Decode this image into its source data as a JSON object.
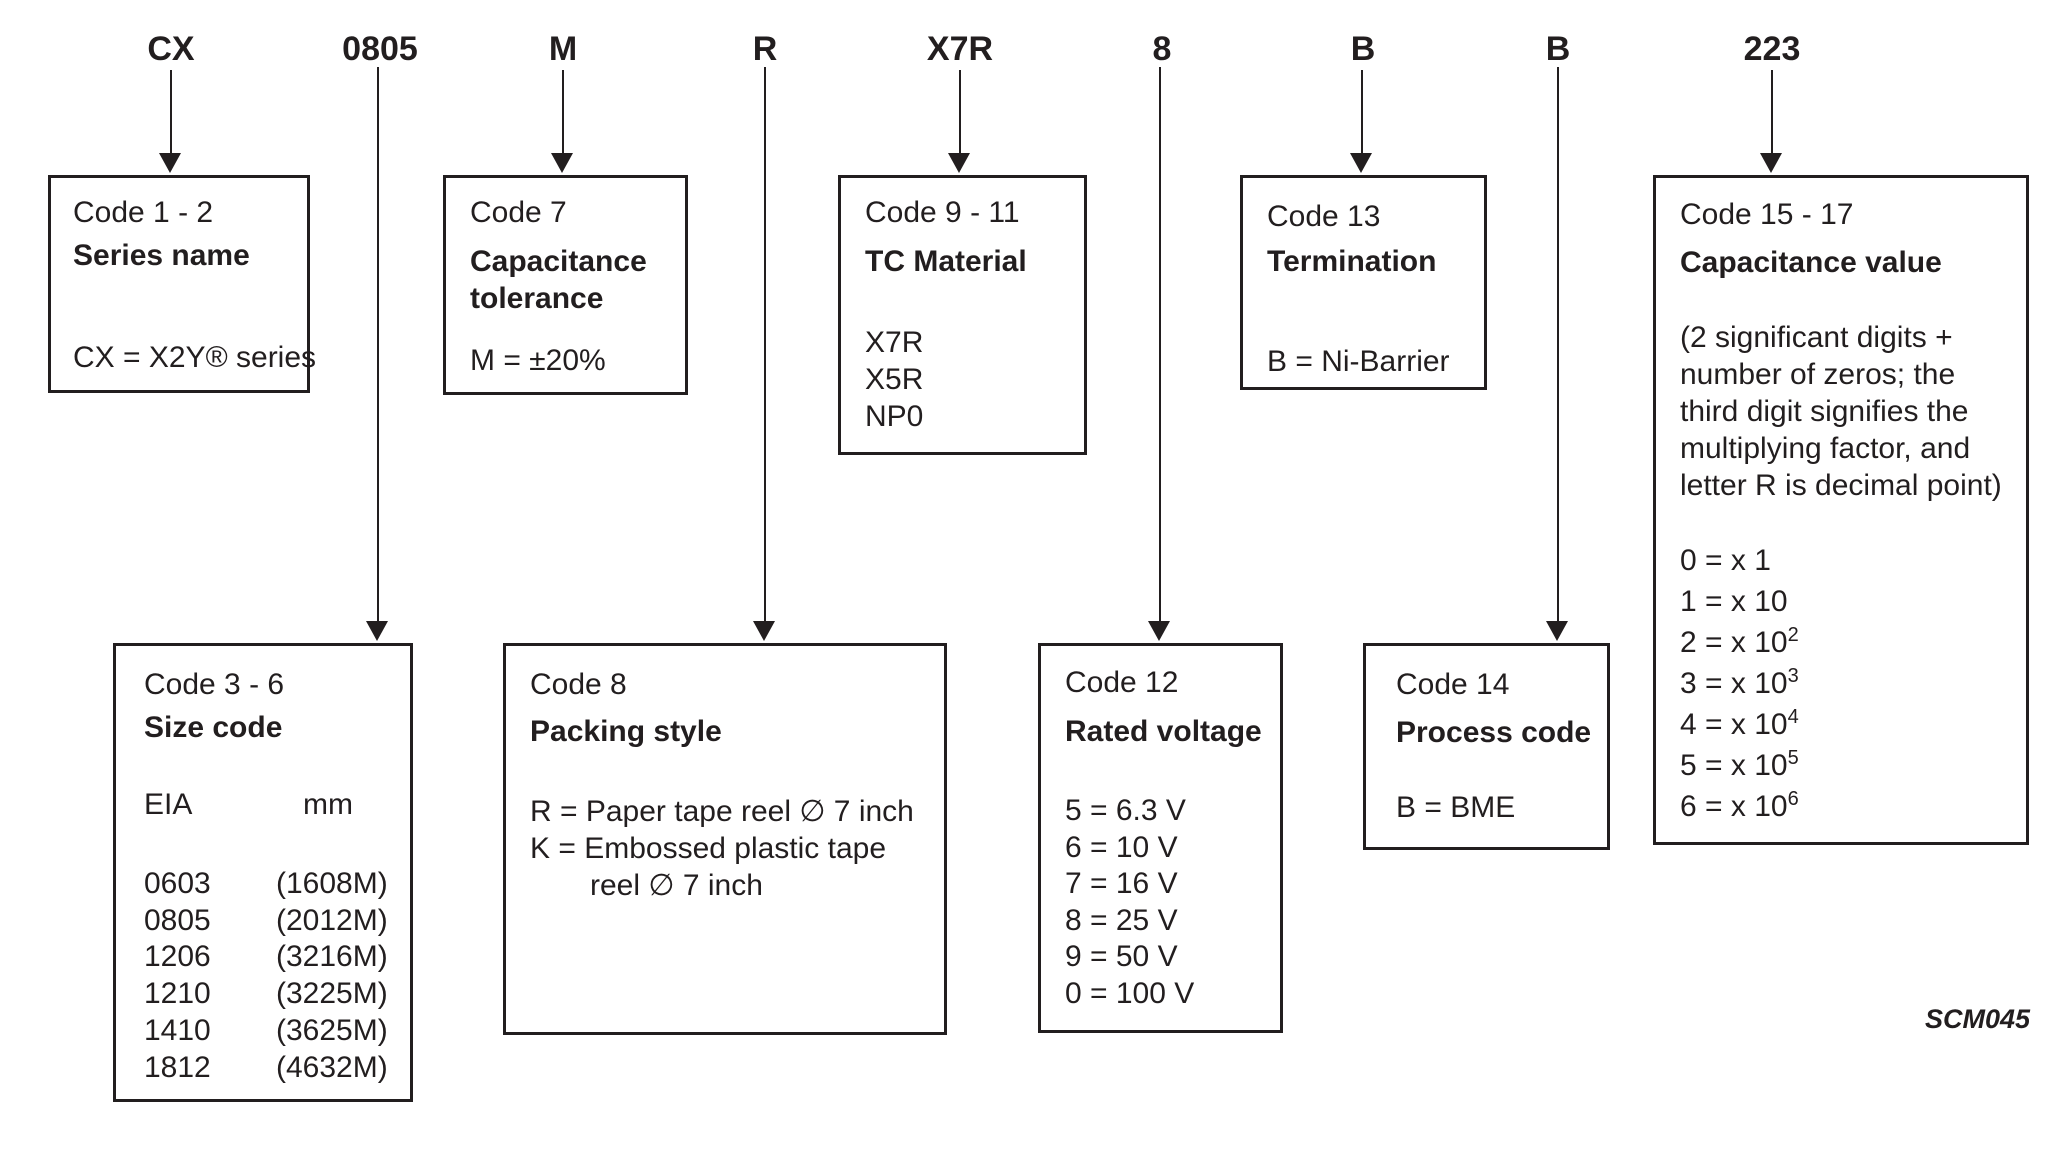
{
  "part_code": {
    "characters": [
      "CX",
      "0805",
      "M",
      "R",
      "X7R",
      "8",
      "B",
      "B",
      "223"
    ]
  },
  "boxes": {
    "series_name": {
      "code_range": "Code 1 - 2",
      "title": "Series name",
      "value": "CX = X2Y® series"
    },
    "size_code": {
      "code_range": "Code 3 - 6",
      "title": "Size code",
      "columns": {
        "eia": "EIA",
        "mm": "mm"
      },
      "rows": [
        {
          "eia": "0603",
          "mm": "(1608M)"
        },
        {
          "eia": "0805",
          "mm": "(2012M)"
        },
        {
          "eia": "1206",
          "mm": "(3216M)"
        },
        {
          "eia": "1210",
          "mm": "(3225M)"
        },
        {
          "eia": "1410",
          "mm": "(3625M)"
        },
        {
          "eia": "1812",
          "mm": "(4632M)"
        }
      ]
    },
    "capacitance_tolerance": {
      "code_range": "Code 7",
      "title_lines": [
        "Capacitance",
        "tolerance"
      ],
      "value": "M = ±20%"
    },
    "packing_style": {
      "code_range": "Code 8",
      "title": "Packing style",
      "lines": [
        "R = Paper tape reel ∅ 7 inch",
        "K = Embossed plastic tape"
      ],
      "continuation": "reel ∅ 7 inch"
    },
    "tc_material": {
      "code_range": "Code 9 - 11",
      "title": "TC Material",
      "values": [
        "X7R",
        "X5R",
        "NP0"
      ]
    },
    "rated_voltage": {
      "code_range": "Code 12",
      "title": "Rated voltage",
      "values": [
        "5 = 6.3 V",
        "6 = 10 V",
        "7 = 16 V",
        "8 = 25 V",
        "9 = 50 V",
        "0 = 100 V"
      ]
    },
    "termination": {
      "code_range": "Code 13",
      "title": "Termination",
      "value": "B = Ni-Barrier"
    },
    "process_code": {
      "code_range": "Code 14",
      "title": "Process code",
      "value": "B = BME"
    },
    "capacitance_value": {
      "code_range": "Code 15 - 17",
      "title": "Capacitance value",
      "note_lines": [
        "(2 significant digits +",
        "number of zeros; the",
        "third digit signifies the",
        "multiplying factor, and",
        "letter R is decimal point)"
      ],
      "multipliers": [
        {
          "text": "0 = x 1",
          "sup": ""
        },
        {
          "text": "1 = x 10",
          "sup": ""
        },
        {
          "text": "2 = x 10",
          "sup": "2"
        },
        {
          "text": "3 = x 10",
          "sup": "3"
        },
        {
          "text": "4 = x 10",
          "sup": "4"
        },
        {
          "text": "5 = x 10",
          "sup": "5"
        },
        {
          "text": "6 = x 10",
          "sup": "6"
        }
      ]
    }
  },
  "footer": {
    "figure_code": "SCM045"
  }
}
